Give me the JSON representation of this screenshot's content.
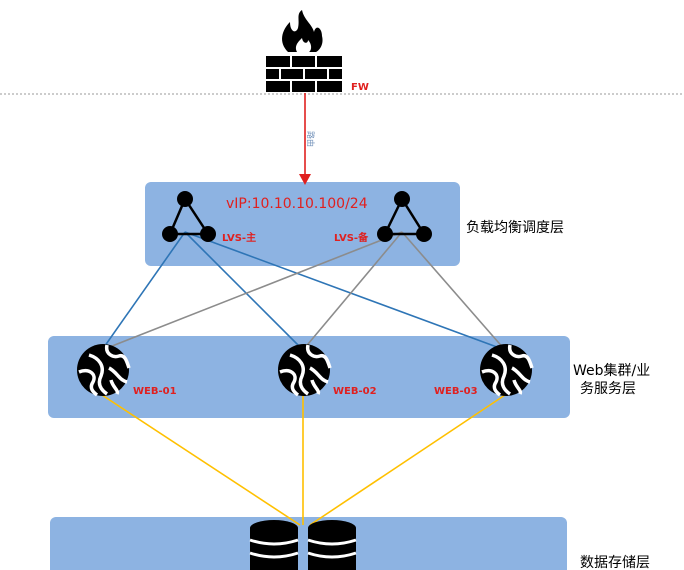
{
  "firewall": {
    "label": "FW",
    "arrow_label": "路由"
  },
  "layers": {
    "lb": "负载均衡调度层",
    "web_line1": "Web集群/业",
    "web_line2": "务服务层",
    "storage": "数据存储层"
  },
  "lb": {
    "vip": "vIP:10.10.10.100/24",
    "master_label": "LVS-主",
    "backup_label": "LVS-备"
  },
  "web": {
    "nodes": [
      "WEB-01",
      "WEB-02",
      "WEB-03"
    ]
  },
  "colors": {
    "layer_fill": "#8db3e2",
    "accent_red": "#e0201f",
    "master_link": "#2e75b6",
    "backup_link": "#8c8c8c",
    "storage_link": "#ffc000"
  },
  "icons": {
    "firewall": "firewall-icon",
    "lvs": "triangle-node-icon",
    "web": "globe-icon",
    "storage": "database-icon"
  }
}
